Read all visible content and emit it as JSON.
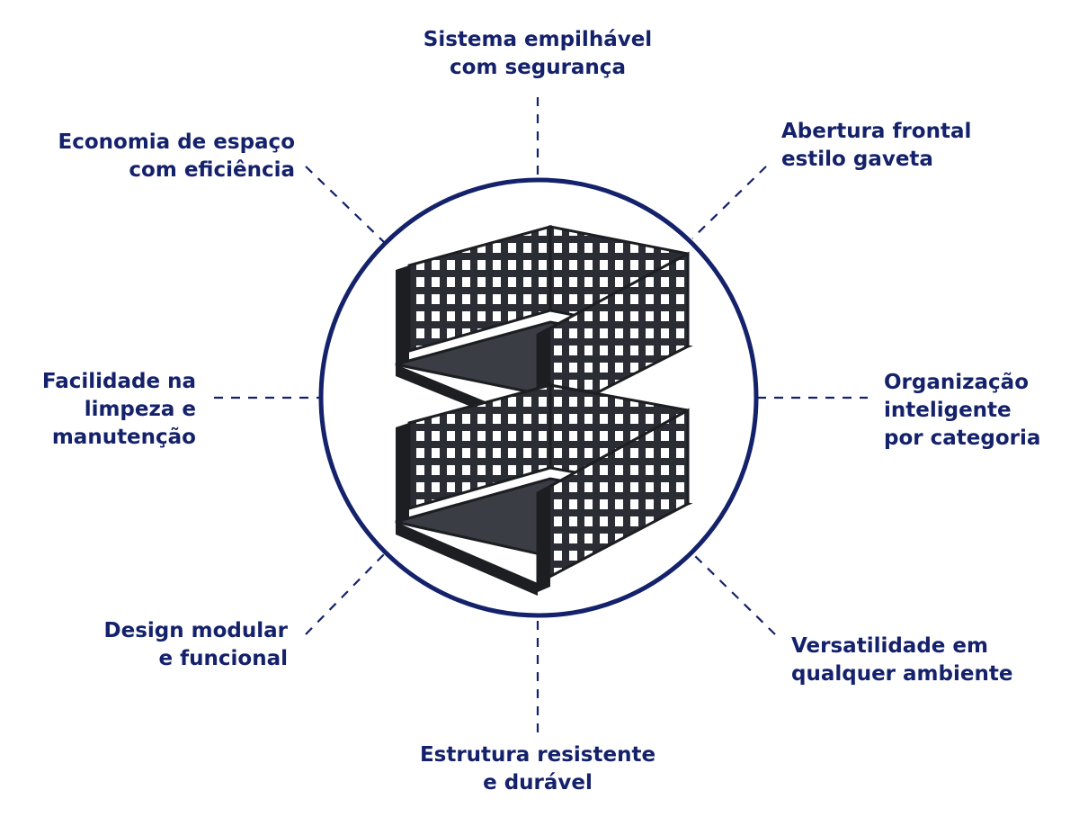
{
  "colors": {
    "accent": "#14216b",
    "product": "#2a2d33"
  },
  "features": {
    "top": {
      "line1": "Sistema empilhável",
      "line2": "com segurança"
    },
    "top_right": {
      "line1": "Abertura frontal",
      "line2": "estilo gaveta"
    },
    "right": {
      "line1": "Organização",
      "line2": "inteligente",
      "line3": "por categoria"
    },
    "bottom_right": {
      "line1": "Versatilidade em",
      "line2": "qualquer ambiente"
    },
    "bottom": {
      "line1": "Estrutura resistente",
      "line2": "e durável"
    },
    "bottom_left": {
      "line1": "Design modular",
      "line2": "e funcional"
    },
    "left": {
      "line1": "Facilidade na",
      "line2": "limpeza e",
      "line3": "manutenção"
    },
    "top_left": {
      "line1": "Economia de espaço",
      "line2": "com eficiência"
    }
  }
}
